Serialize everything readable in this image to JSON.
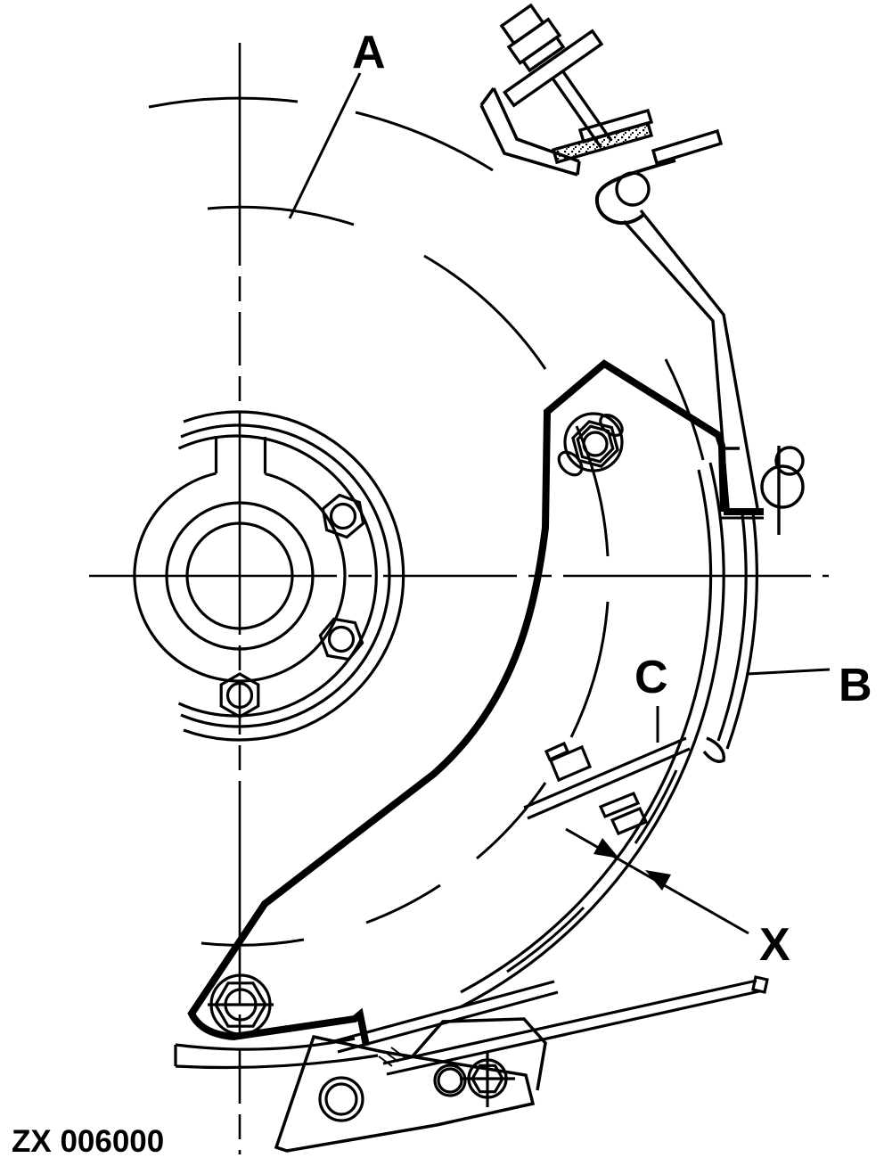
{
  "figure": {
    "code": "ZX 006000",
    "labels": {
      "drum": "A",
      "band": "B",
      "adjuster": "C",
      "clearance": "X"
    }
  },
  "colors": {
    "line": "#000000",
    "background": "#ffffff"
  }
}
